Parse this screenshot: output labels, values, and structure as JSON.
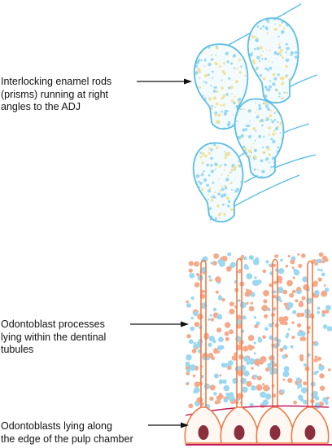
{
  "labels": {
    "enamel_rods": "Interlocking enamel rods\n(prisms) running at right\nangles to the ADJ",
    "odontoblast_processes": "Odontoblast processes\nlying within the dentinal\ntubules",
    "odontoblasts": "Odontoblasts lying along\nthe edge of the pulp chamber"
  },
  "colors": {
    "rod_outline": "#5bbde6",
    "dot_blue": "#9ad8f2",
    "dot_yellow": "#f2e39a",
    "dot_orange": "#f5a98a",
    "process": "#ee7a45",
    "pulp_line": "#c2185b",
    "nucleus": "#8c2f3d",
    "arrow": "#111111"
  }
}
